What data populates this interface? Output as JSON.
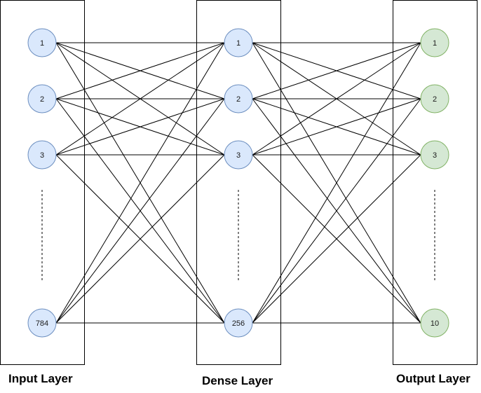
{
  "diagram": {
    "colors": {
      "hidden_fill": "#dae8fc",
      "hidden_stroke": "#6c8ebf",
      "output_fill": "#d5e8d4",
      "output_stroke": "#82b366"
    },
    "layers": [
      {
        "id": "input",
        "title": "Input Layer",
        "nodes": [
          "1",
          "2",
          "3",
          "784"
        ],
        "ellipsis": true
      },
      {
        "id": "dense",
        "title": "Dense Layer",
        "nodes": [
          "1",
          "2",
          "3",
          "256"
        ],
        "ellipsis": true
      },
      {
        "id": "output",
        "title": "Output Layer",
        "nodes": [
          "1",
          "2",
          "3",
          "10"
        ],
        "ellipsis": true
      }
    ],
    "connections": "fully-connected between adjacent layers"
  }
}
